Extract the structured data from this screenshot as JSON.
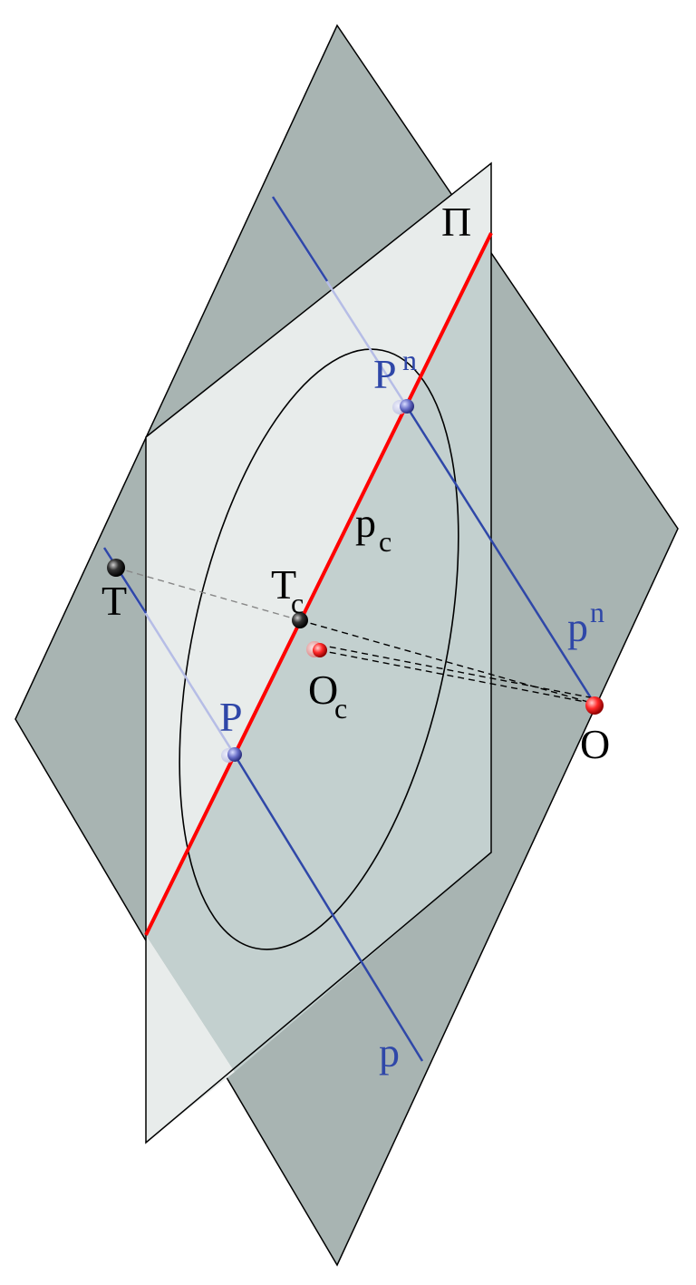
{
  "labels": {
    "plane": "Π",
    "point_p_n": "P",
    "point_p_n_sup": "n",
    "line_p_c": "p",
    "line_p_c_sub": "c",
    "point_t_c": "T",
    "point_t_c_sub": "c",
    "point_t": "T",
    "point_o_c": "O",
    "point_o_c_sub": "c",
    "line_p_n": "p",
    "line_p_n_sup": "n",
    "point_p": "P",
    "point_o": "O",
    "line_p": "p"
  },
  "colors": {
    "tilted_plane": "#a8b4b2",
    "vertical_plane": "#e8eceb",
    "overlap_region": "#c3d0cf",
    "intersection_line": "#ff0000",
    "blue_lines": "#2f47a8",
    "outlines": "#000000"
  }
}
